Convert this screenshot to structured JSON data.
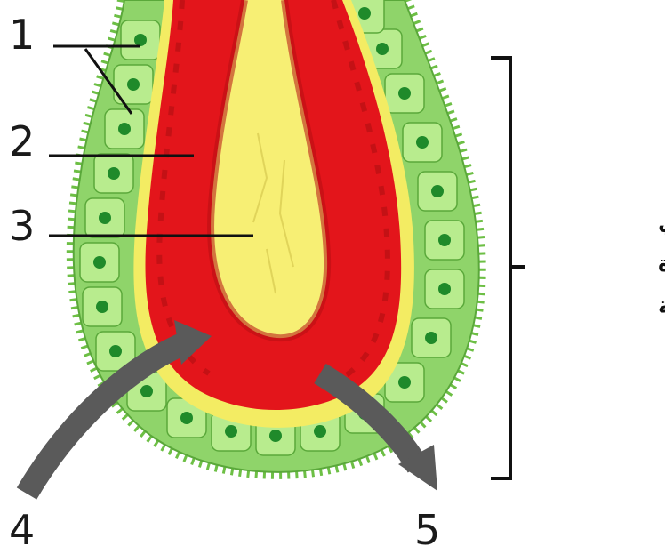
{
  "labels": {
    "l1": "1",
    "l2": "2",
    "l3": "3",
    "l4": "4",
    "l5": "5"
  },
  "caption": {
    "line1": "مقطع في",
    "line2": "الضفيرة",
    "line3": "المشيمية"
  },
  "colors": {
    "epithelium": "#8fd46a",
    "epithelium_light": "#b8ec8e",
    "nucleus": "#1f8a2a",
    "capillary": "#e3151b",
    "capillary_dark": "#b60f12",
    "connective_tissue": "#f3ec63",
    "arrow": "#5a5a5a",
    "leader_line": "#111111"
  },
  "icons": {
    "flow_in": "curved-arrow-in-icon",
    "flow_out": "curved-arrow-out-icon"
  }
}
